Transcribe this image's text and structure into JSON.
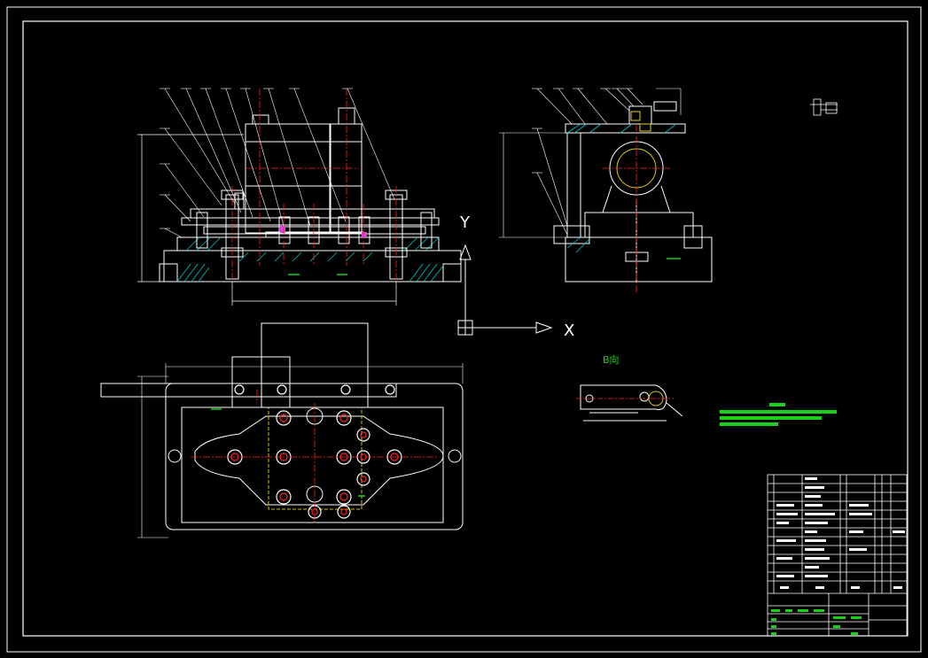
{
  "colors": {
    "background": "#000000",
    "line": "#ffffff",
    "center": "#ff2020",
    "dimension": "#19d119",
    "hatch": "#00c8c8",
    "hidden": "#d4c400",
    "part_yellow": "#f0d000"
  },
  "views": {
    "view_b_label": "B向"
  },
  "axes": {
    "y_label": "Y",
    "x_label": "X"
  },
  "icons": {
    "ucs": "ucs-axis-icon"
  }
}
